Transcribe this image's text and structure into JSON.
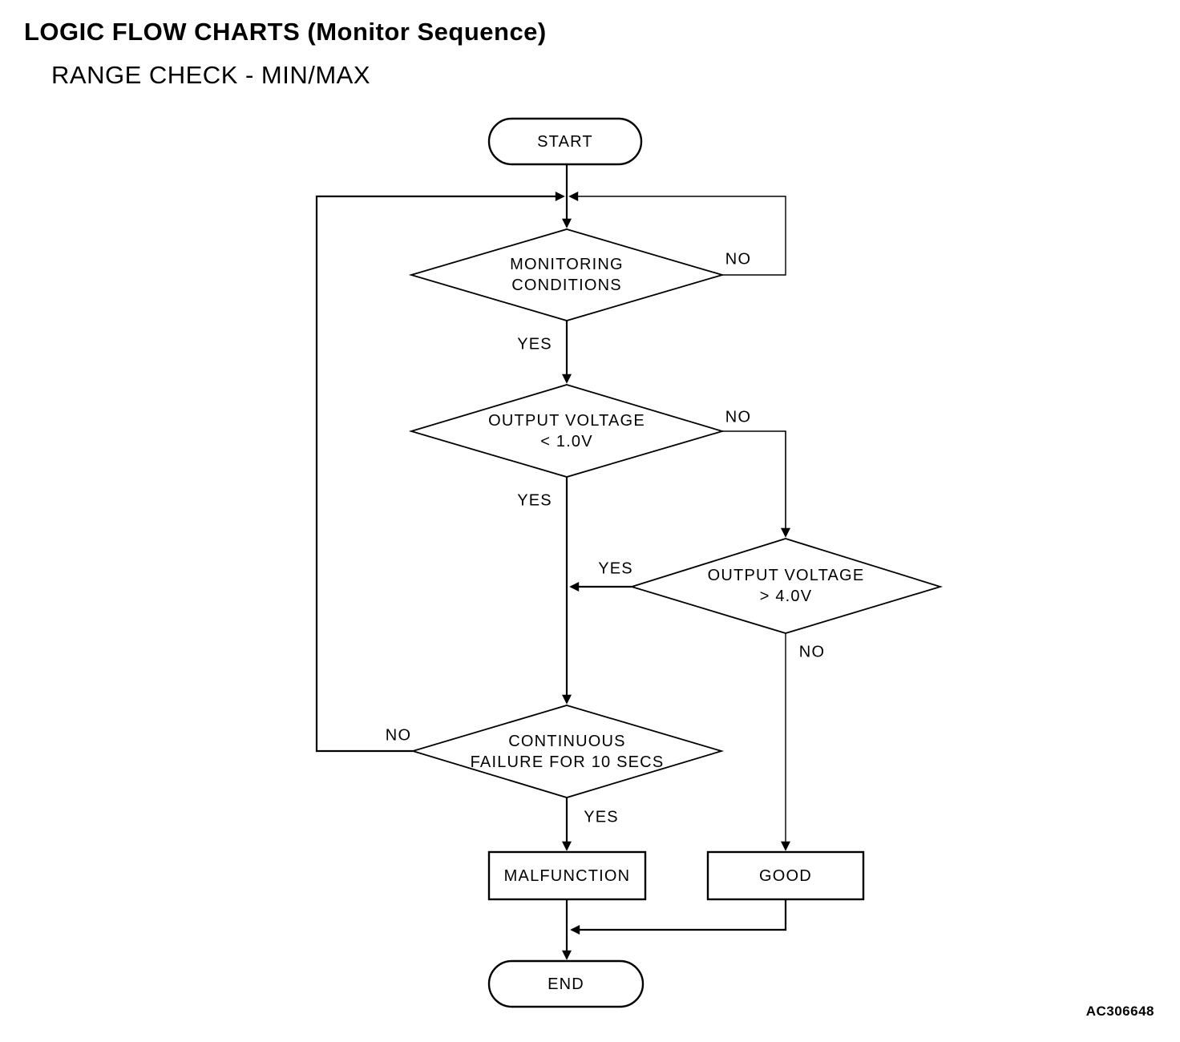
{
  "header": {
    "title": "LOGIC FLOW CHARTS (Monitor Sequence)",
    "subtitle": "RANGE CHECK - MIN/MAX"
  },
  "flowchart": {
    "nodes": {
      "start": {
        "label": "START"
      },
      "monitoring_conditions": {
        "label": "MONITORING\nCONDITIONS"
      },
      "output_voltage_min": {
        "label": "OUTPUT VOLTAGE\n< 1.0V"
      },
      "output_voltage_max": {
        "label": "OUTPUT VOLTAGE\n> 4.0V"
      },
      "continuous_failure": {
        "label": "CONTINUOUS\nFAILURE FOR 10 SECS"
      },
      "malfunction": {
        "label": "MALFUNCTION"
      },
      "good": {
        "label": "GOOD"
      },
      "end": {
        "label": "END"
      }
    },
    "edge_labels": {
      "monitoring_no": "NO",
      "monitoring_yes": "YES",
      "voltage_min_no": "NO",
      "voltage_min_yes": "YES",
      "voltage_max_yes": "YES",
      "voltage_max_no": "NO",
      "continuous_no": "NO",
      "continuous_yes": "YES"
    },
    "colors": {
      "ink": "#000000",
      "background": "#ffffff"
    }
  },
  "footer": {
    "figure_code": "AC306648"
  }
}
